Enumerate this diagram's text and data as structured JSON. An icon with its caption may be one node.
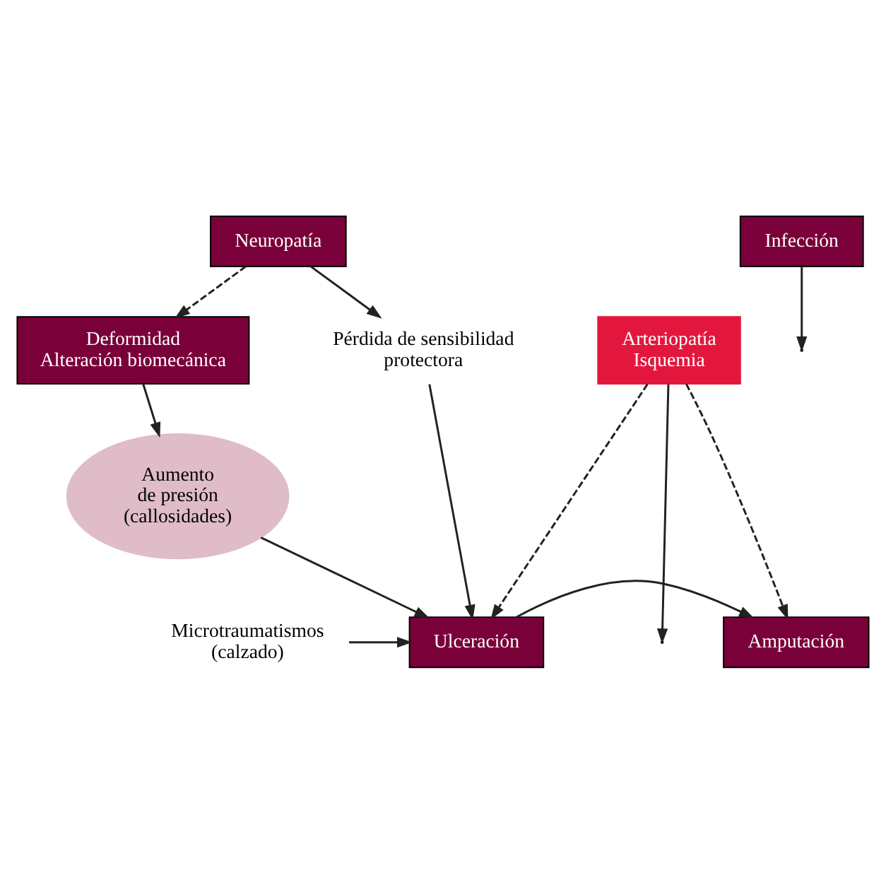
{
  "diagram": {
    "nodes": [
      {
        "text": [
          "Neuropatía"
        ]
      },
      {
        "text": [
          "Infección"
        ]
      },
      {
        "text": [
          "Pérdida de sensibilidad protectora"
        ]
      },
      {
        "text": [
          "Microtraumatismos (calzado)"
        ]
      },
      {
        "text": [
          "Ulceración"
        ]
      },
      {
        "text": [
          "Amputación"
        ]
      },
      {
        "text": [
          "Aumento de presión (callosidades)"
        ]
      },
      {
        "text": [
          "Arteriopatía Isquemia"
        ]
      },
      {
        "text": [
          "Deformidad Alteración biomecánica"
        ]
      }
    ],
    "edges": [
      {
        "from": 0,
        "to": 2,
        "arrow": "to"
      },
      {
        "from": 0,
        "to": 8,
        "arrow": "to",
        "style": "dashed"
      },
      {
        "from": 1,
        "to": null,
        "arrow": "to"
      },
      {
        "from": 2,
        "to": 4,
        "arrow": "to"
      },
      {
        "from": 3,
        "to": 4,
        "arrow": "to"
      },
      {
        "from": 4,
        "to": 5,
        "arrow": "to"
      },
      {
        "from": 7,
        "to": null,
        "arrow": "to"
      },
      {
        "from": 7,
        "to": 4,
        "arrow": "to",
        "style": "dashed"
      },
      {
        "from": 7,
        "to": 5,
        "arrow": "to",
        "style": "dashed"
      },
      {
        "from": 6,
        "to": 4,
        "arrow": "to"
      },
      {
        "from": 8,
        "to": 6,
        "arrow": "to"
      }
    ]
  }
}
